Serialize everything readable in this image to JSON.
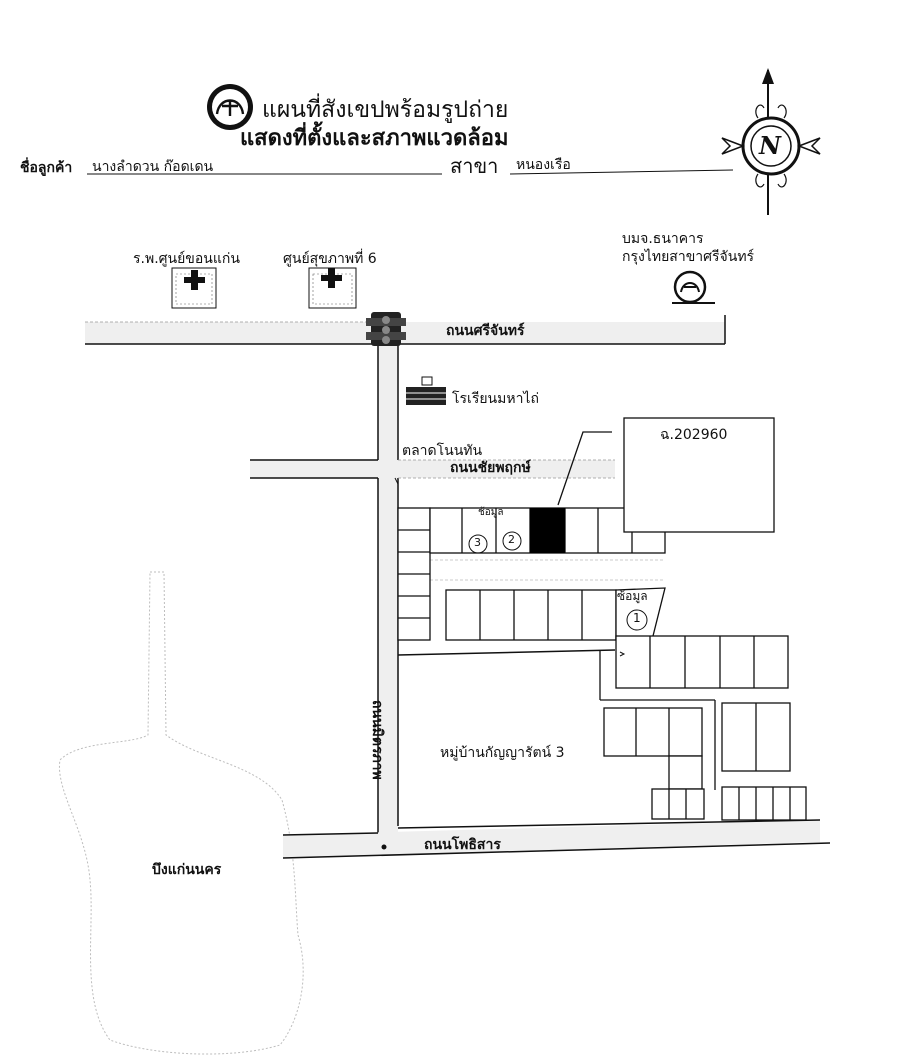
{
  "header": {
    "title_line1": "แผนที่สังเขปพร้อมรูปถ่าย",
    "title_line2": "แสดงที่ตั้งและสภาพแวดล้อม",
    "customer_label": "ชื่อลูกค้า",
    "customer_value": "นางลำดวน ก๊อดเดน",
    "branch_label": "สาขา",
    "branch_value": "หนองเรือ"
  },
  "compass": {
    "letter": "N"
  },
  "landmarks": {
    "hospital": "ร.พ.ศูนย์ขอนแก่น",
    "health_center": "ศูนย์สุขภาพที่ 6",
    "bank_line1": "บมจ.ธนาคาร",
    "bank_line2": "กรุงไทยสาขาศรีจันทร์",
    "school": "โรเรียนมหาไถ่",
    "market": "ตลาดโนนทัน",
    "village": "หมู่บ้านกัญญารัตน์ 3",
    "lake": "บึงแก่นนคร"
  },
  "roads": {
    "srichan": "ถนนศรีจันทร์",
    "chaiyaphruek": "ถนนชัยพฤกษ์",
    "mittraphap": "ถนนมิตรภาพ",
    "photisan": "ถนนโพธิสาร"
  },
  "property": {
    "deed_label": "ฉ.202960",
    "lot_marker_1": "1",
    "lot_marker_2": "2",
    "lot_marker_3": "3",
    "rental_label_top": "ช้อมูล",
    "rental_label_side": "ซ้อมูล"
  },
  "colors": {
    "ink": "#111111",
    "road_fill": "#efefef",
    "target_lot": "#000000"
  }
}
